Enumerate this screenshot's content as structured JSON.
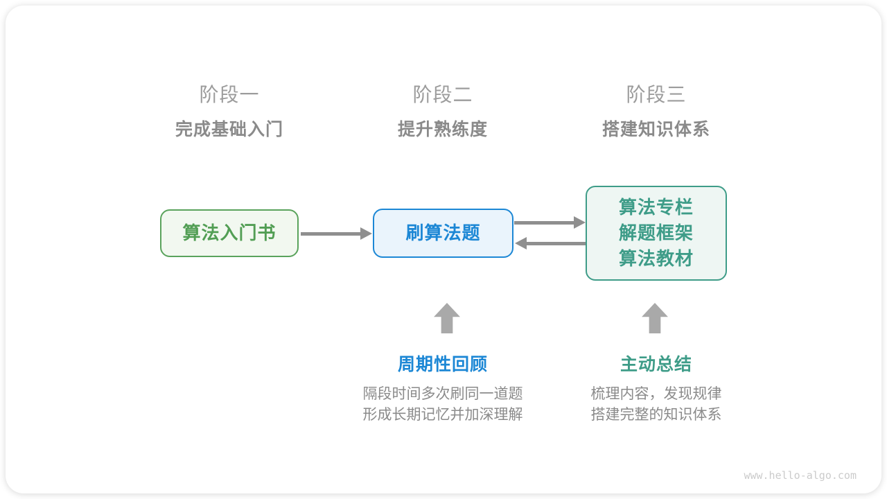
{
  "stages": [
    {
      "title": "阶段一",
      "subtitle": "完成基础入门"
    },
    {
      "title": "阶段二",
      "subtitle": "提升熟练度"
    },
    {
      "title": "阶段三",
      "subtitle": "搭建知识体系"
    }
  ],
  "nodes": {
    "intro_book": {
      "label": "算法入门书",
      "text_color": "#529e54",
      "border_color": "#5aa35c",
      "fill_color": "#f2f8f0"
    },
    "practice": {
      "label": "刷算法题",
      "text_color": "#1c87d5",
      "border_color": "#1c87d5",
      "fill_color": "#eaf4fc"
    },
    "knowledge": {
      "lines": [
        "算法专栏",
        "解题框架",
        "算法教材"
      ],
      "text_color": "#3e9c88",
      "border_color": "#3e9c88",
      "fill_color": "#eef6f3"
    }
  },
  "annotations": {
    "review": {
      "label": "周期性回顾",
      "color": "#1c87d5",
      "desc_lines": [
        "隔段时间多次刷同一道题",
        "形成长期记忆并加深理解"
      ]
    },
    "summarize": {
      "label": "主动总结",
      "color": "#3e9c88",
      "desc_lines": [
        "梳理内容，发现规律",
        "搭建完整的知识体系"
      ]
    }
  },
  "colors": {
    "flow_arrow": "#8f8f8f",
    "up_arrow": "#a9a9a9",
    "stage_title": "#9c9c9c",
    "stage_subtitle": "#8a8a8a",
    "description_text": "#8a8a8a",
    "watermark": "#cbcbcb",
    "card_background": "#ffffff"
  },
  "watermark": "www.hello-algo.com"
}
